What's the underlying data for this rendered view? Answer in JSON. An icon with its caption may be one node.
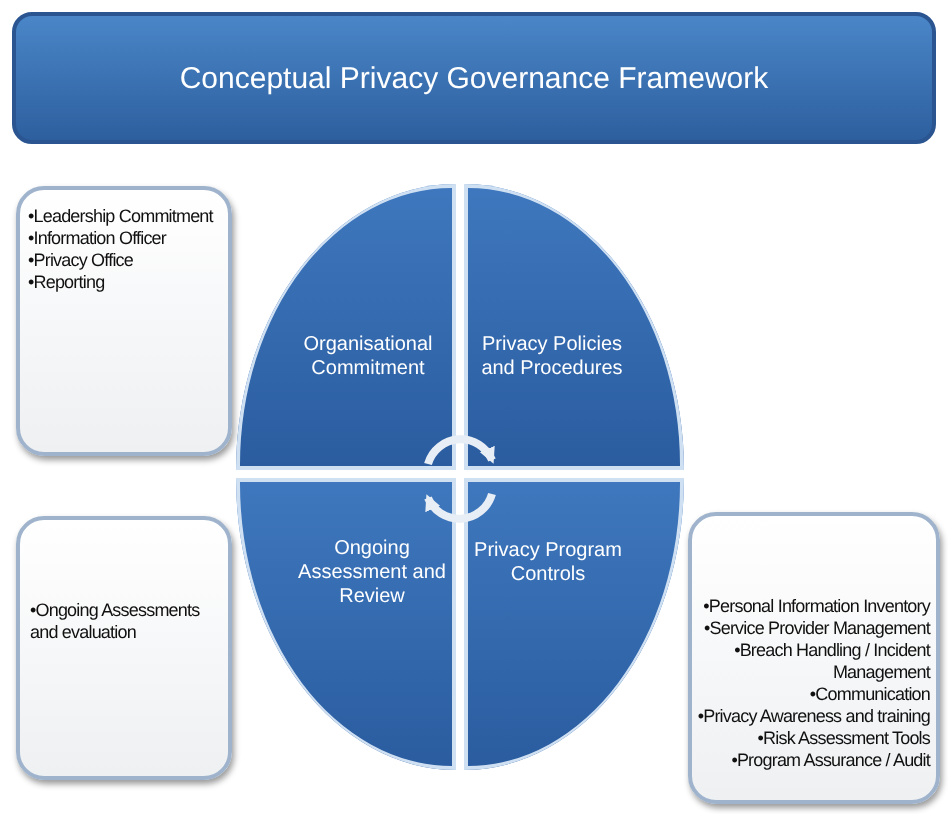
{
  "diagram": {
    "nodes": [
      {
        "text": [
          "Conceptual Privacy Governance Framework"
        ]
      },
      {
        "text": [
          "•Leadership Commitment",
          "•Information Officer",
          "•Privacy Office",
          "•Reporting"
        ]
      },
      {
        "text": [
          "Organisational Commitment"
        ]
      },
      {
        "text": [
          "Privacy Policies and Procedures"
        ]
      },
      {
        "text": [
          "•Ongoing Assessments and evaluation"
        ]
      },
      {
        "text": [
          "Ongoing Assessment and Review"
        ]
      },
      {
        "text": [
          "Privacy Program Controls"
        ]
      },
      {
        "text": [
          "•Personal Information Inventory",
          "•Service Provider Management",
          "•Breach Handling / Incident Management",
          "•Communication",
          "•Privacy Awareness and training",
          "•Risk Assessment Tools",
          "•Program Assurance / Audit"
        ]
      }
    ],
    "edges": [
      {
        "from": 2,
        "to": 3,
        "arrow": "to"
      },
      {
        "from": 6,
        "to": 5,
        "arrow": "to"
      }
    ]
  }
}
